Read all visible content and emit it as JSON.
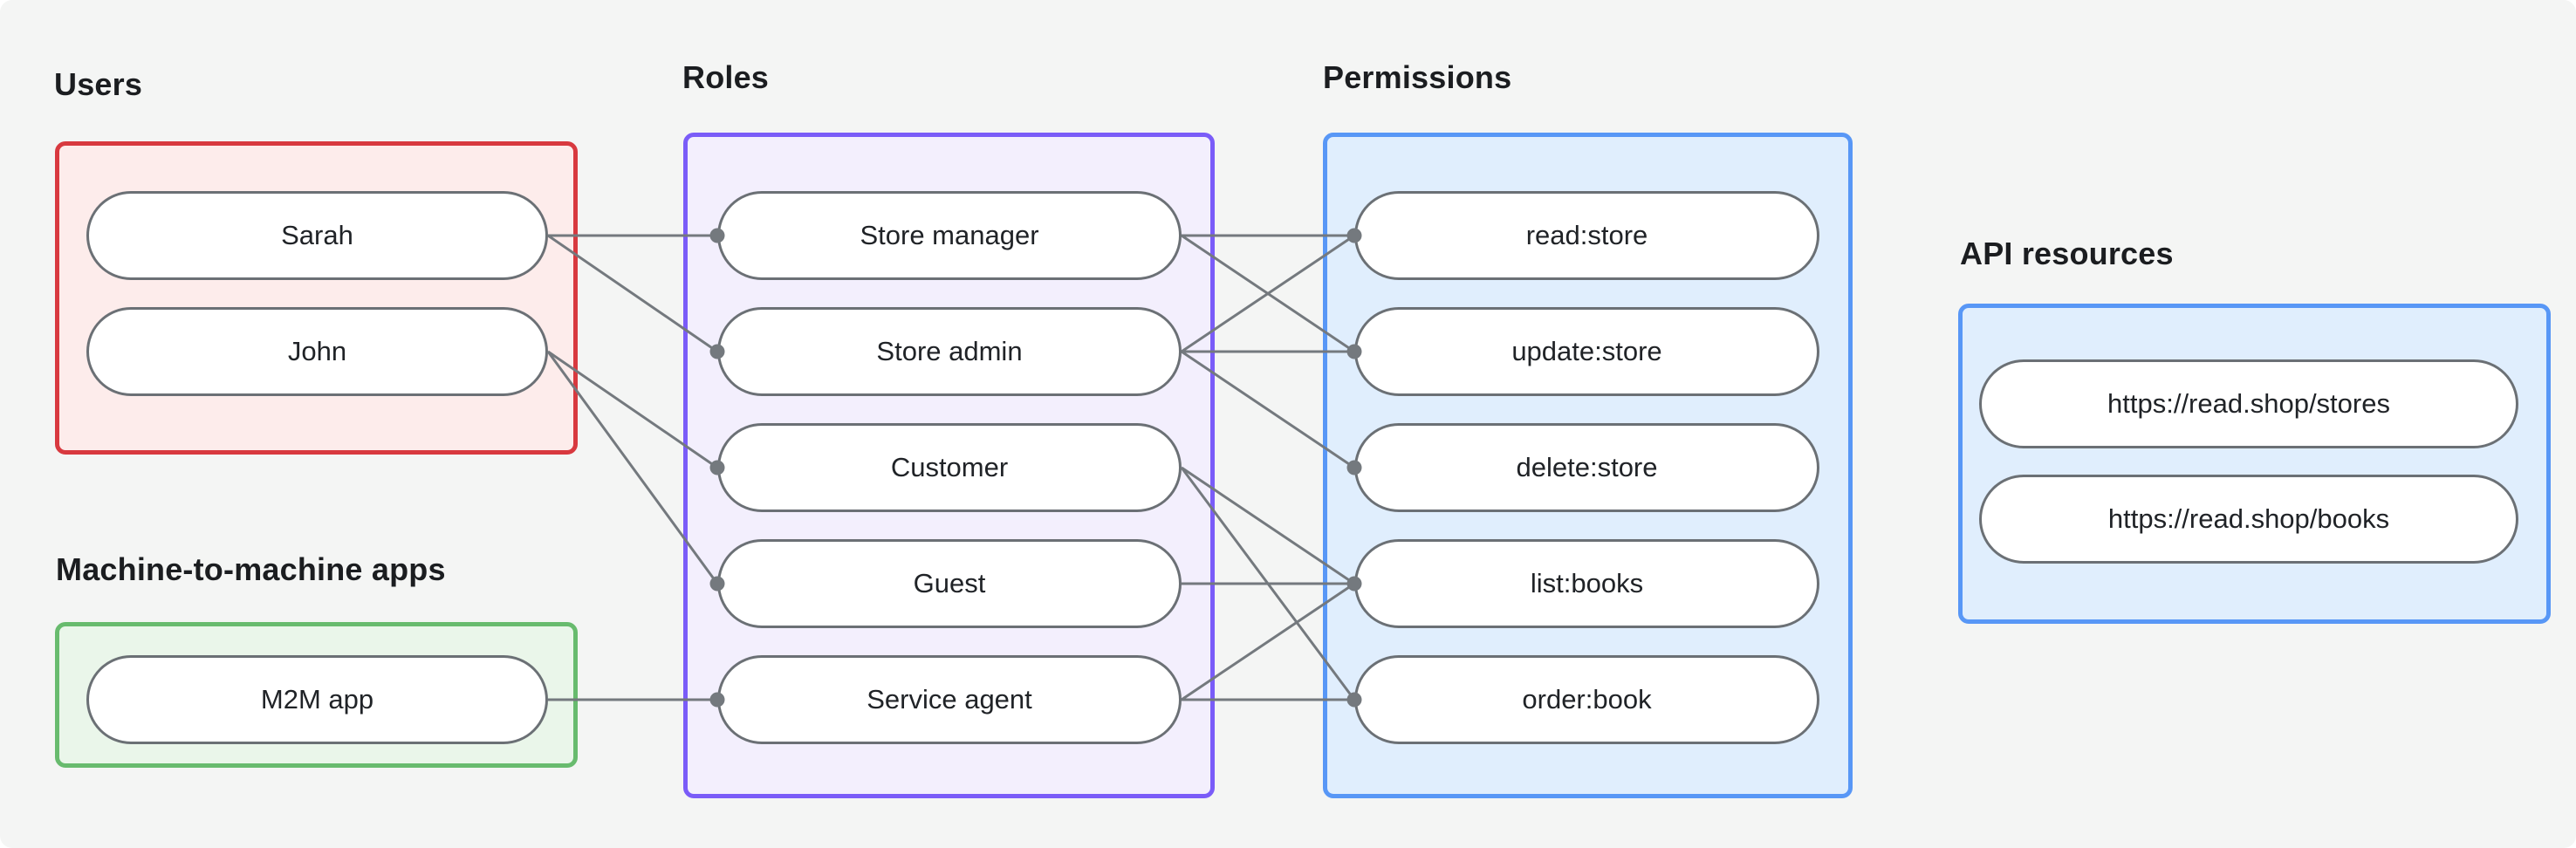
{
  "canvas": {
    "background": "#f4f5f4",
    "page_background": "#ffffff",
    "edge_color": "#74797e",
    "node_border_color": "#6b7075",
    "node_fill": "#ffffff",
    "label_color": "#1b1d20",
    "node_text_color": "#202327"
  },
  "groups": [
    {
      "id": "users",
      "label": "Users",
      "border_color": "#d8393f",
      "fill_color": "#fdeceb"
    },
    {
      "id": "m2m",
      "label": "Machine-to-machine apps",
      "border_color": "#68bb6e",
      "fill_color": "#eaf6ea"
    },
    {
      "id": "roles",
      "label": "Roles",
      "border_color": "#7a5cf8",
      "fill_color": "#f3effd"
    },
    {
      "id": "permissions",
      "label": "Permissions",
      "border_color": "#5897f6",
      "fill_color": "#e0eefd"
    },
    {
      "id": "api_resources",
      "label": "API resources",
      "border_color": "#5897f6",
      "fill_color": "#e0eefd"
    }
  ],
  "nodes": [
    {
      "id": "sarah",
      "group": "users",
      "label": "Sarah"
    },
    {
      "id": "john",
      "group": "users",
      "label": "John"
    },
    {
      "id": "m2m_app",
      "group": "m2m",
      "label": "M2M app"
    },
    {
      "id": "store_manager",
      "group": "roles",
      "label": "Store manager"
    },
    {
      "id": "store_admin",
      "group": "roles",
      "label": "Store admin"
    },
    {
      "id": "customer",
      "group": "roles",
      "label": "Customer"
    },
    {
      "id": "guest",
      "group": "roles",
      "label": "Guest"
    },
    {
      "id": "service_agent",
      "group": "roles",
      "label": "Service agent"
    },
    {
      "id": "read_store",
      "group": "permissions",
      "label": "read:store"
    },
    {
      "id": "update_store",
      "group": "permissions",
      "label": "update:store"
    },
    {
      "id": "delete_store",
      "group": "permissions",
      "label": "delete:store"
    },
    {
      "id": "list_books",
      "group": "permissions",
      "label": "list:books"
    },
    {
      "id": "order_book",
      "group": "permissions",
      "label": "order:book"
    },
    {
      "id": "stores_api",
      "group": "api_resources",
      "label": "https://read.shop/stores"
    },
    {
      "id": "books_api",
      "group": "api_resources",
      "label": "https://read.shop/books"
    }
  ],
  "edges": [
    {
      "from": "sarah",
      "to": "store_manager"
    },
    {
      "from": "sarah",
      "to": "store_admin"
    },
    {
      "from": "john",
      "to": "customer"
    },
    {
      "from": "john",
      "to": "guest"
    },
    {
      "from": "m2m_app",
      "to": "service_agent"
    },
    {
      "from": "store_manager",
      "to": "read_store"
    },
    {
      "from": "store_manager",
      "to": "update_store"
    },
    {
      "from": "store_admin",
      "to": "read_store"
    },
    {
      "from": "store_admin",
      "to": "update_store"
    },
    {
      "from": "store_admin",
      "to": "delete_store"
    },
    {
      "from": "customer",
      "to": "list_books"
    },
    {
      "from": "customer",
      "to": "order_book"
    },
    {
      "from": "guest",
      "to": "list_books"
    },
    {
      "from": "service_agent",
      "to": "list_books"
    },
    {
      "from": "service_agent",
      "to": "order_book"
    }
  ]
}
